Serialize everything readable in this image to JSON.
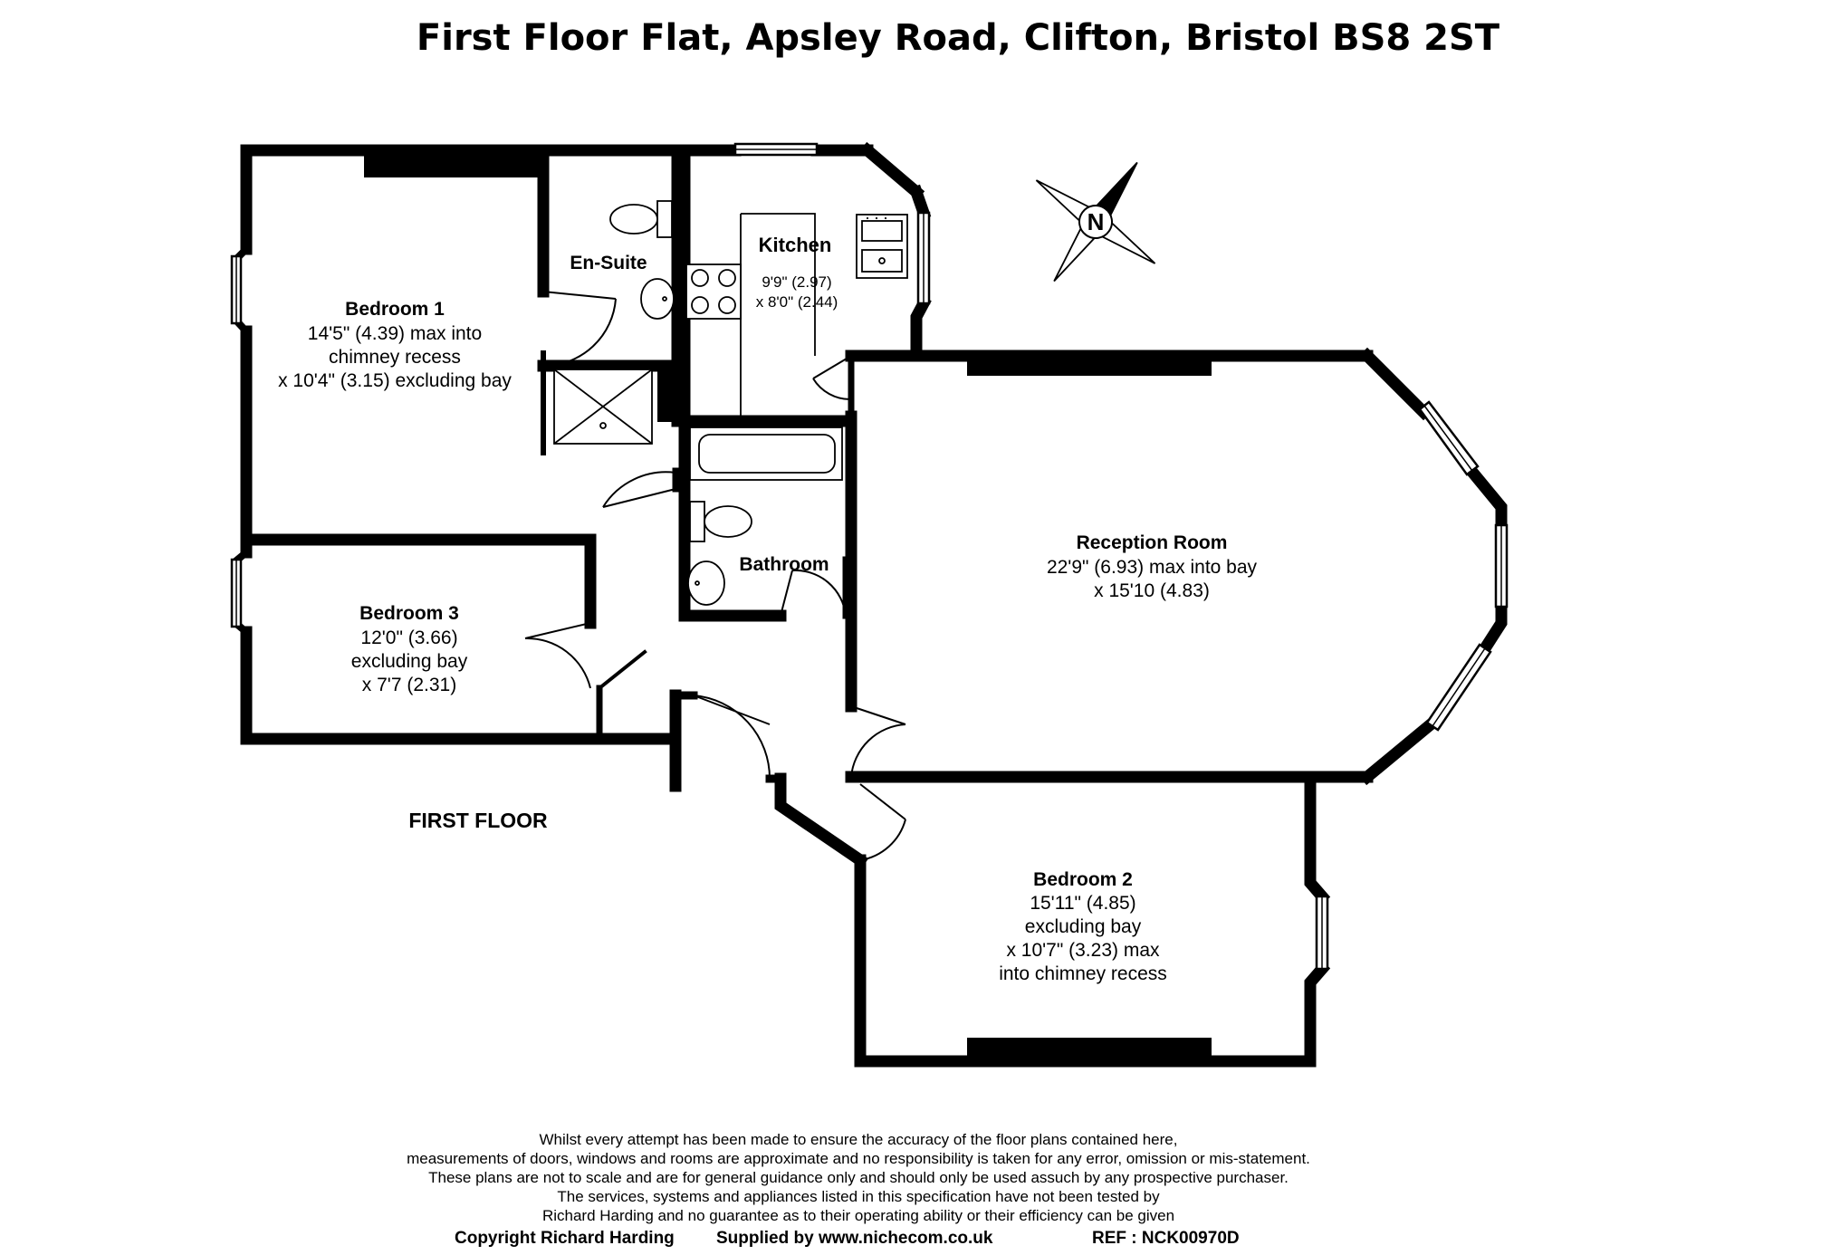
{
  "title": "First Floor Flat, Apsley Road, Clifton, Bristol  BS8 2ST",
  "floor_label": "FIRST FLOOR",
  "compass": {
    "letter": "N"
  },
  "rooms": {
    "bedroom1": {
      "name": "Bedroom 1",
      "lines": [
        "14'5\" (4.39) max into",
        "chimney recess",
        "x 10'4\" (3.15) excluding bay"
      ]
    },
    "ensuite": {
      "name": "En-Suite"
    },
    "kitchen": {
      "name": "Kitchen",
      "lines": [
        "9'9\" (2.97)",
        "x 8'0\" (2.44)"
      ]
    },
    "bathroom": {
      "name": "Bathroom"
    },
    "bedroom3": {
      "name": "Bedroom 3",
      "lines": [
        "12'0\" (3.66)",
        "excluding bay",
        "x 7'7 (2.31)"
      ]
    },
    "reception": {
      "name": "Reception Room",
      "lines": [
        "22'9\" (6.93) max into bay",
        "x 15'10 (4.83)"
      ]
    },
    "bedroom2": {
      "name": "Bedroom 2",
      "lines": [
        "15'11\" (4.85)",
        "excluding bay",
        "x 10'7\" (3.23) max",
        "into chimney recess"
      ]
    }
  },
  "disclaimer": [
    "Whilst every attempt has been made to ensure the accuracy of the floor plans contained here,",
    "measurements of doors, windows and rooms are approximate and no responsibility is taken for any error, omission or mis-statement.",
    "These plans are not to scale and are for general guidance only and should only be used assuch by any prospective purchaser.",
    "The services, systems and appliances listed in this specification have not been tested by",
    "Richard Harding and no guarantee as to their operating ability or their efficiency can be given"
  ],
  "footer": {
    "copyright": "Copyright Richard Harding",
    "supplied": "Supplied by www.nichecom.co.uk",
    "ref": "REF : NCK00970D"
  }
}
